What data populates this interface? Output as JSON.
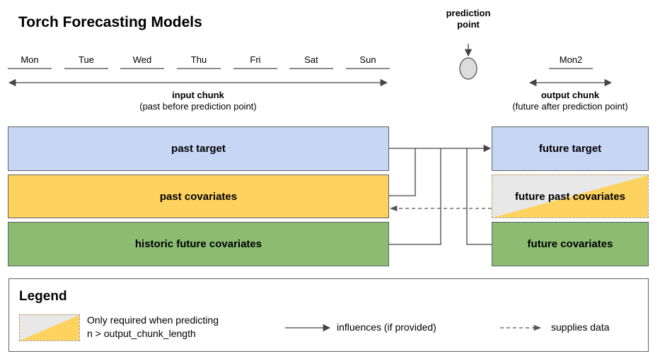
{
  "title": "Torch Forecasting Models",
  "prediction_point": "prediction\npoint",
  "days": [
    "Mon",
    "Tue",
    "Wed",
    "Thu",
    "Fri",
    "Sat",
    "Sun"
  ],
  "output_day": "Mon2",
  "input_chunk": {
    "label": "input chunk",
    "sublabel": "(past before prediction point)"
  },
  "output_chunk": {
    "label": "output chunk",
    "sublabel": "(future after prediction point)"
  },
  "left_boxes": {
    "past_target": "past target",
    "past_covariates": "past covariates",
    "historic_future_covariates": "historic future covariates"
  },
  "right_boxes": {
    "future_target": "future target",
    "future_past_covariates": "future past covariates",
    "future_covariates": "future covariates"
  },
  "legend": {
    "title": "Legend",
    "required_text_line1": "Only required when predicting",
    "required_text_line2": "n > output_chunk_length",
    "influences": "influences (if provided)",
    "supplies": "supplies data"
  },
  "colors": {
    "target": "#c6d6f4",
    "past_covariates": "#fdd25e",
    "future_covariates": "#8bbc72",
    "line": "#444444"
  }
}
